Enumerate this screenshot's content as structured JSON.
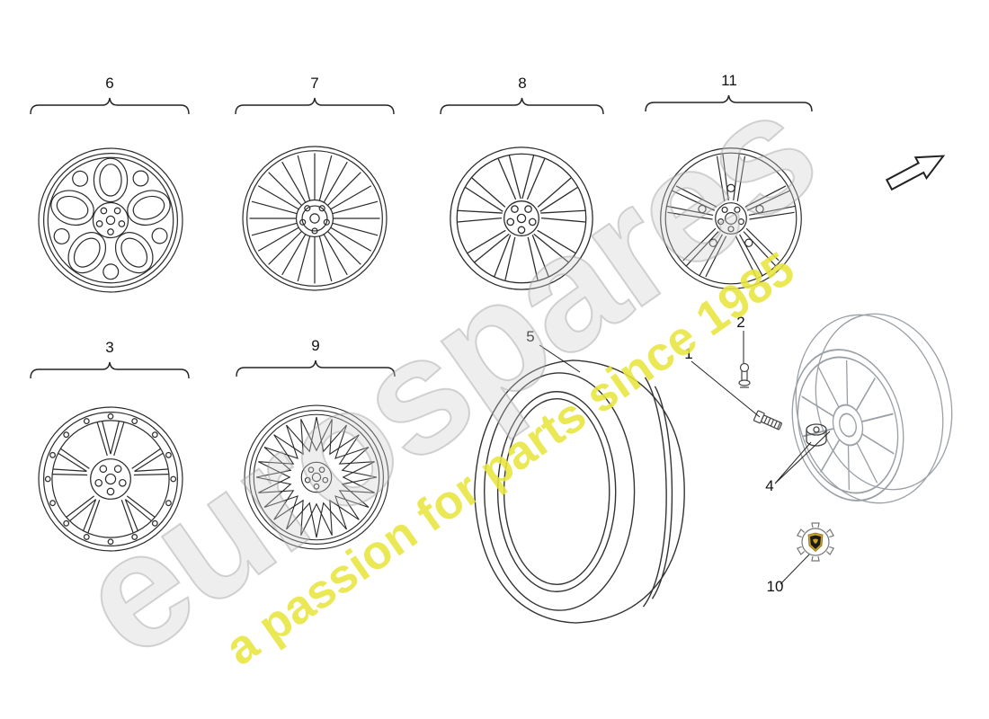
{
  "watermark": {
    "brand": "eurospares",
    "tagline": "a passion for parts since 1985",
    "brand_color": "#cccccc",
    "tagline_color": "#e8e53e"
  },
  "callouts": {
    "wheels": [
      {
        "id": "6",
        "label": "6"
      },
      {
        "id": "7",
        "label": "7"
      },
      {
        "id": "8",
        "label": "8"
      },
      {
        "id": "11",
        "label": "11"
      },
      {
        "id": "3",
        "label": "3"
      },
      {
        "id": "9",
        "label": "9"
      }
    ],
    "parts": {
      "tire": "5",
      "screw": "1",
      "valve": "2",
      "hub": "4",
      "center_cap": "10"
    }
  }
}
